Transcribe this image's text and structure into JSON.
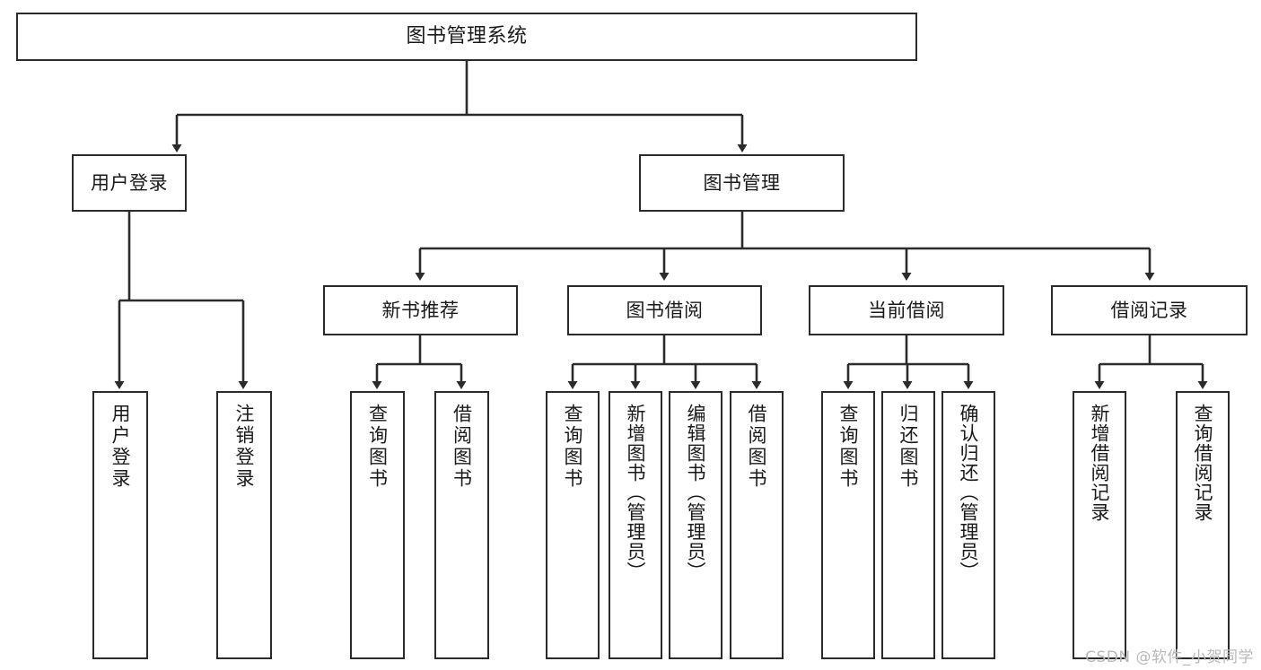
{
  "diagram": {
    "title": "图书管理系统",
    "type": "tree-hierarchy-chart",
    "line_color": "#2b2b2b",
    "box_fill": "#ffffff",
    "text_color": "#1a1a1a",
    "watermark": "CSDN @软件_小贺同学",
    "root": {
      "label": "图书管理系统"
    },
    "level2": [
      {
        "label": "用户登录"
      },
      {
        "label": "图书管理"
      }
    ],
    "level3": [
      {
        "label": "新书推荐"
      },
      {
        "label": "图书借阅"
      },
      {
        "label": "当前借阅"
      },
      {
        "label": "借阅记录"
      }
    ],
    "leaves": {
      "user_login": [
        {
          "label": "用户登录"
        },
        {
          "label": "注销登录"
        }
      ],
      "new_book_recommend": [
        {
          "label": "查询图书"
        },
        {
          "label": "借阅图书"
        }
      ],
      "book_borrow": [
        {
          "label": "查询图书"
        },
        {
          "label": "新增图书（管理员）"
        },
        {
          "label": "编辑图书（管理员）"
        },
        {
          "label": "借阅图书"
        }
      ],
      "current_borrow": [
        {
          "label": "查询图书"
        },
        {
          "label": "归还图书"
        },
        {
          "label": "确认归还（管理员）"
        }
      ],
      "borrow_record": [
        {
          "label": "新增借阅记录"
        },
        {
          "label": "查询借阅记录"
        }
      ]
    }
  }
}
